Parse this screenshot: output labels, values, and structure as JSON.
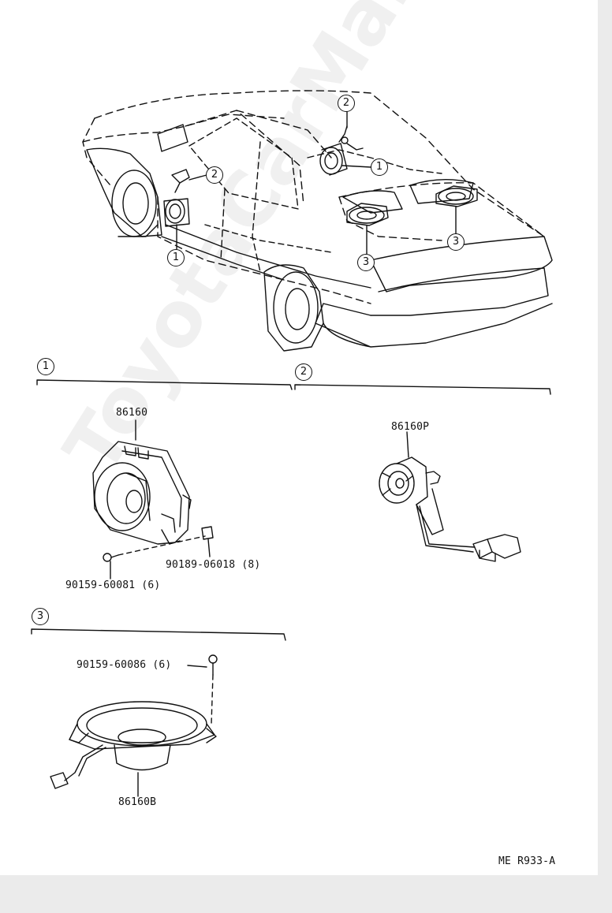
{
  "watermark": "ToyotaCarManual.ru",
  "callouts": {
    "c1_overview_front": "1",
    "c1_overview_rear": "1",
    "c2_overview_front": "2",
    "c2_overview_rear": "2",
    "c3_overview_left": "3",
    "c3_overview_right": "3",
    "section1_marker": "1",
    "section2_marker": "2",
    "section3_marker": "3"
  },
  "parts": {
    "speaker_front": "86160",
    "tweeter": "86160P",
    "speaker_rear": "86160B",
    "nut_front": "90189-06018 (8)",
    "screw_front": "90159-60081 (6)",
    "screw_rear": "90159-60086 (6)"
  },
  "diagram_code": "ME R933-A",
  "colors": {
    "ink": "#111111",
    "paper": "#ffffff",
    "margin": "#ebebeb"
  }
}
